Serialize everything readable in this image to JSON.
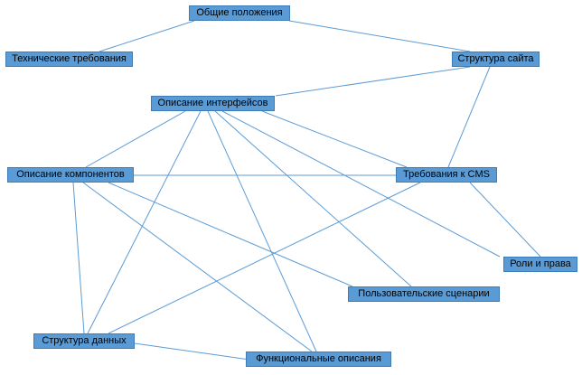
{
  "nodes": {
    "general": "Общие положения",
    "technical": "Технические требования",
    "site_structure": "Структура сайта",
    "interfaces": "Описание интерфейсов",
    "components": "Описание компонентов",
    "cms": "Требования к CMS",
    "roles": "Роли и права",
    "scenarios": "Пользовательские сценарии",
    "data_structure": "Структура данных",
    "functional": "Функциональные описания"
  },
  "edges": [
    [
      "general",
      "technical"
    ],
    [
      "general",
      "site_structure"
    ],
    [
      "site_structure",
      "interfaces"
    ],
    [
      "site_structure",
      "cms"
    ],
    [
      "interfaces",
      "components"
    ],
    [
      "interfaces",
      "cms"
    ],
    [
      "interfaces",
      "data_structure"
    ],
    [
      "interfaces",
      "functional"
    ],
    [
      "interfaces",
      "scenarios"
    ],
    [
      "interfaces",
      "roles"
    ],
    [
      "components",
      "cms"
    ],
    [
      "components",
      "data_structure"
    ],
    [
      "components",
      "functional"
    ],
    [
      "components",
      "scenarios"
    ],
    [
      "cms",
      "data_structure"
    ],
    [
      "cms",
      "roles"
    ],
    [
      "data_structure",
      "functional"
    ]
  ],
  "colors": {
    "node_fill": "#5b9bd5",
    "edge": "#5b9bd5"
  }
}
